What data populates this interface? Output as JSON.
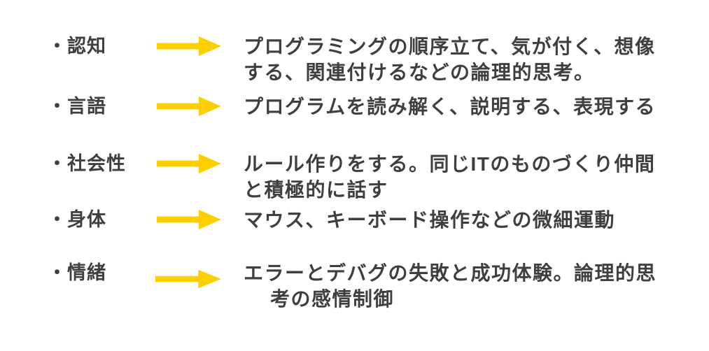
{
  "colors": {
    "background": "#ffffff",
    "text": "#3f3f3f",
    "arrow": "#fcd000"
  },
  "items": [
    {
      "label": "・認知",
      "desc_lines": [
        "プログラミングの順序立て、気が付く、想像",
        "する、関連付けるなどの論理的思考。"
      ]
    },
    {
      "label": "・言語",
      "desc_lines": [
        "プログラムを読み解く、説明する、表現する"
      ]
    },
    {
      "label": "・社会性",
      "desc_lines": [
        "ルール作りをする。同じITのものづくり仲間",
        "と積極的に話す"
      ]
    },
    {
      "label": "・身体",
      "desc_lines": [
        "マウス、キーボード操作などの微細運動"
      ]
    },
    {
      "label": "・情緒",
      "desc_lines": [
        "エラーとデバグの失敗と成功体験。論理的思",
        "考の感情制御"
      ]
    }
  ]
}
